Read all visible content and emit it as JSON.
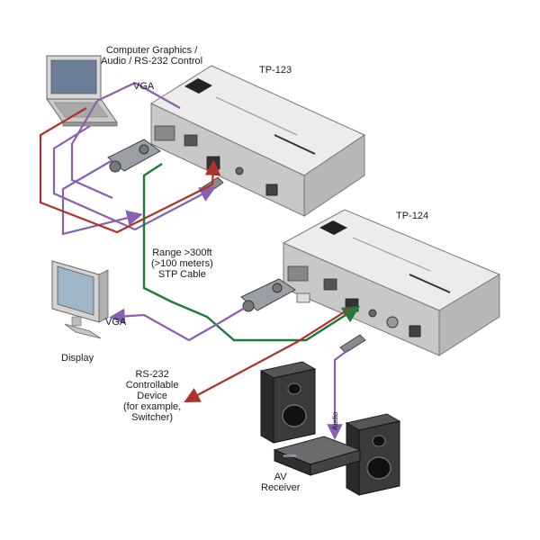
{
  "labels": {
    "computer": [
      "Computer Graphics /",
      "Audio / RS-232 Control"
    ],
    "vga_top": "VGA",
    "vga_bottom": "VGA",
    "tp123": "TP-123",
    "tp124": "TP-124",
    "range": [
      "Range >300ft",
      "(>100 meters)",
      "STP Cable"
    ],
    "display": "Display",
    "rs232": [
      "RS-232",
      "Controllable",
      "Device",
      "(for example,",
      "Switcher)"
    ],
    "audio": "Audio",
    "av_receiver": [
      "AV",
      "Receiver"
    ]
  },
  "colors": {
    "vga": "#8a5fb0",
    "rs232": "#b0302a",
    "stp": "#1e7a3a",
    "device_body": "#dcdcdc",
    "device_top": "#ececec",
    "device_front": "#c8c8c8"
  },
  "icons": [
    "laptop-icon",
    "monitor-icon",
    "speaker-icon",
    "av-receiver-icon",
    "kramer-logo-icon"
  ]
}
